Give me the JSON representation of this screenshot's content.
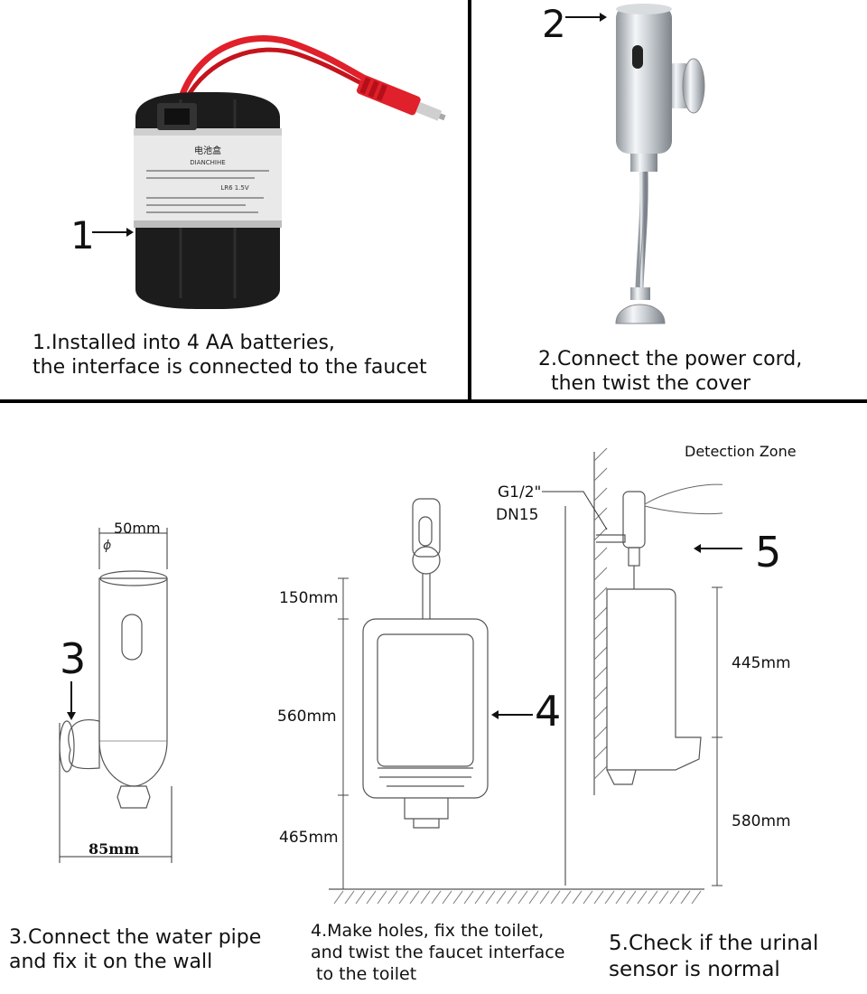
{
  "panel1": {
    "step_number": "1",
    "caption": [
      "1.Installed into 4 AA batteries,",
      "the interface is connected to the faucet"
    ],
    "label_title": "电池盒",
    "label_brand": "DIANCHIHE",
    "label_model": "LR6 1.5V"
  },
  "panel2": {
    "step_number": "2",
    "caption": [
      "2.Connect the power cord,",
      "  then twist the cover"
    ]
  },
  "panel3": {
    "step_number": "3",
    "diameter": "50mm",
    "width": "85mm",
    "caption": [
      "3.Connect the water pipe",
      "and fix it on the wall"
    ]
  },
  "panel4": {
    "step_number": "4",
    "dim_top": "150mm",
    "dim_mid": "560mm",
    "dim_bottom": "465mm",
    "caption": [
      "4.Make holes, fix the toilet,",
      "and twist the faucet interface",
      " to the toilet"
    ]
  },
  "panel5": {
    "step_number": "5",
    "detection_zone": "Detection Zone",
    "pipe_thread": "G1/2\"",
    "pipe_size": "DN15",
    "dim_upper": "445mm",
    "dim_lower": "580mm",
    "caption": [
      "5.Check if the urinal",
      "sensor is normal"
    ]
  },
  "colors": {
    "cable_red": "#e0202a",
    "battery_black": "#1c1c1c",
    "chrome": "#c9ced3",
    "line": "#333333"
  }
}
